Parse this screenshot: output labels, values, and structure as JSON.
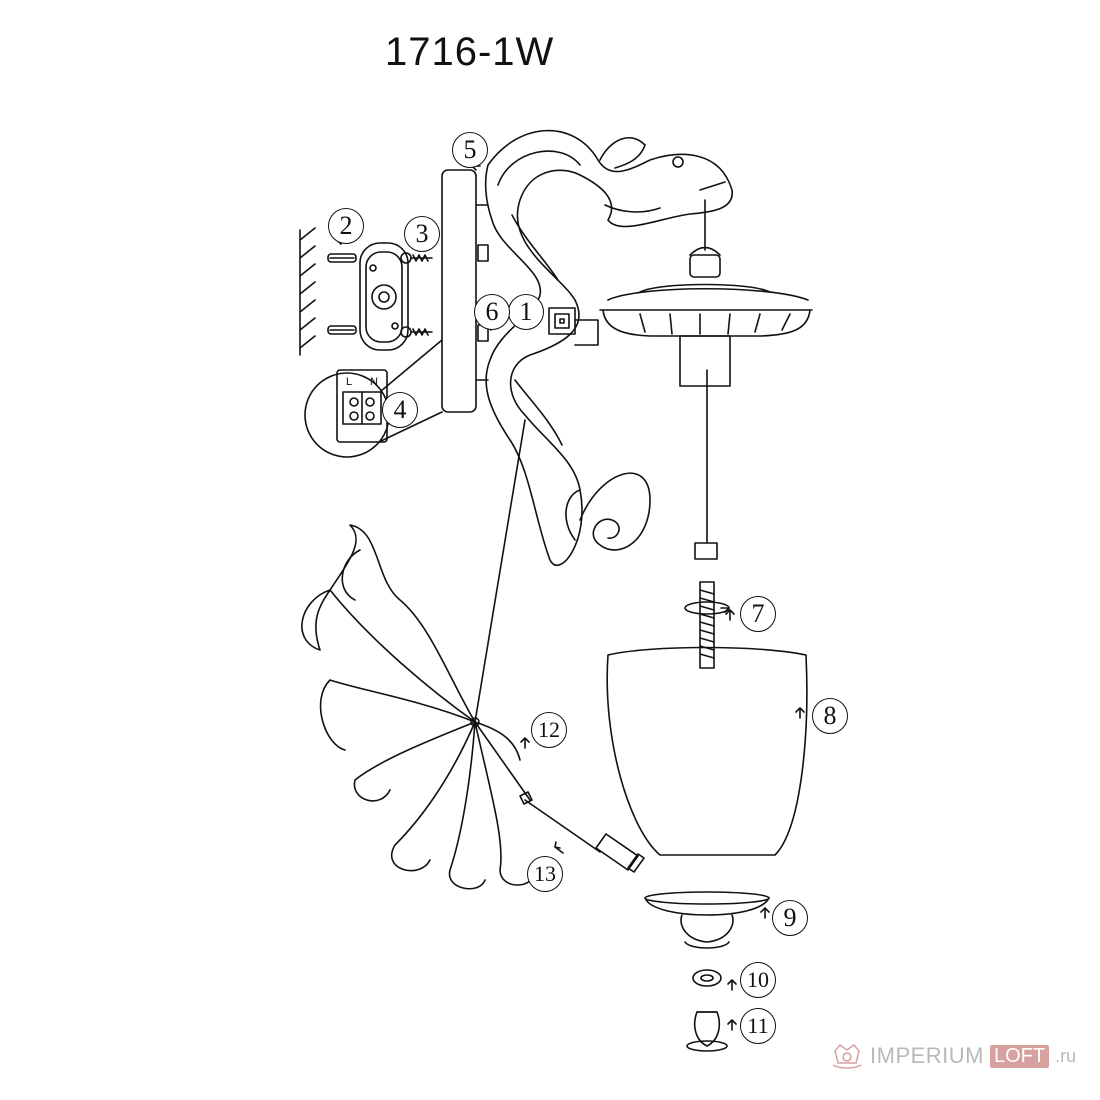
{
  "title": "1716-1W",
  "callouts": [
    "1",
    "2",
    "3",
    "4",
    "5",
    "6",
    "7",
    "8",
    "9",
    "10",
    "11",
    "12",
    "13"
  ],
  "terminal_labels": {
    "left": "L",
    "right": "N"
  },
  "watermark": {
    "brand": "IMPERIUM",
    "highlight": "LOFT",
    "tld": ".ru"
  },
  "colors": {
    "line": "#111111",
    "watermark_gray": "#b9b9b9",
    "watermark_accent": "#d7a1a0"
  }
}
